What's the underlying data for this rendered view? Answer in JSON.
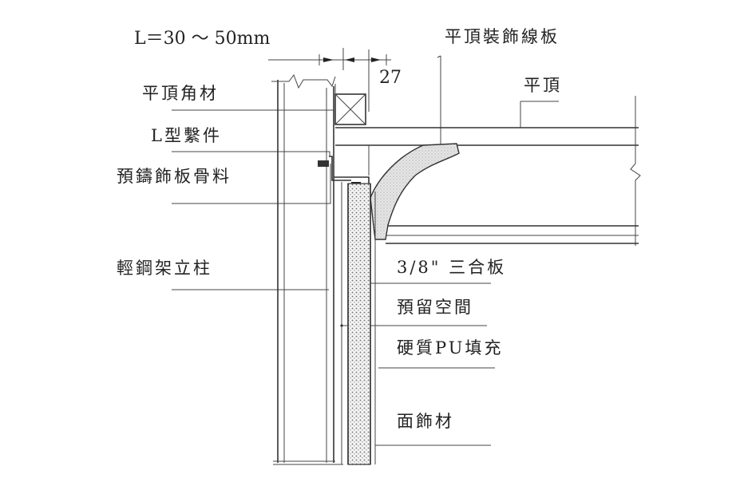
{
  "dimension": {
    "range_label": "L＝30 ～ 50mm",
    "gap_label": "27"
  },
  "labels": {
    "ceiling_angle": "平頂角材",
    "l_fastener": "L型繫件",
    "precast_frame": "預鑄飾板骨料",
    "steel_stud": "輕鋼架立柱",
    "ceiling_molding": "平頂裝飾線板",
    "ceiling": "平頂",
    "plywood": "3/8\" 三合板",
    "reserved_space": "預留空間",
    "pu_fill": "硬質PU填充",
    "facing": "面飾材"
  }
}
